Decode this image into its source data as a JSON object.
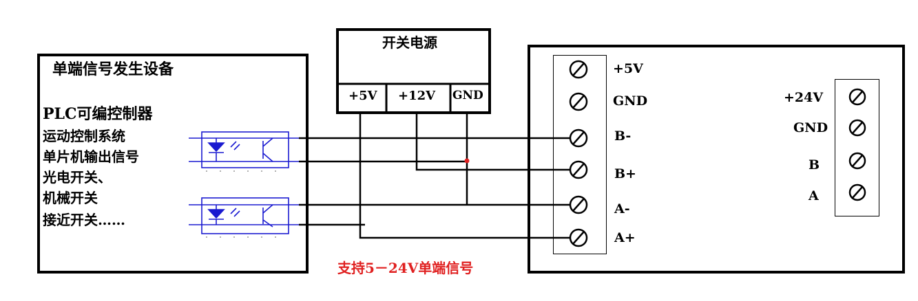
{
  "left_device": {
    "title": "单端信号发生设备",
    "heading": "PLC可编控制器",
    "lines": [
      "运动控制系统",
      "单片机输出信号",
      "光电开关、",
      "机械开关",
      "接近开关……"
    ]
  },
  "power_supply": {
    "title": "开关电源",
    "terminals": [
      "+5V",
      "+12V",
      "GND"
    ]
  },
  "right_device": {
    "left_terminals": [
      "+5V",
      "GND",
      "B-",
      "B+",
      "A-",
      "A+"
    ],
    "right_terminals": [
      "+24V",
      "GND",
      "B",
      "A"
    ]
  },
  "note": "支持5－24V单端信号",
  "colors": {
    "line": "#000000",
    "optocoupler": "#1a1ad0",
    "junction": "#e02020",
    "note": "#e02020"
  }
}
